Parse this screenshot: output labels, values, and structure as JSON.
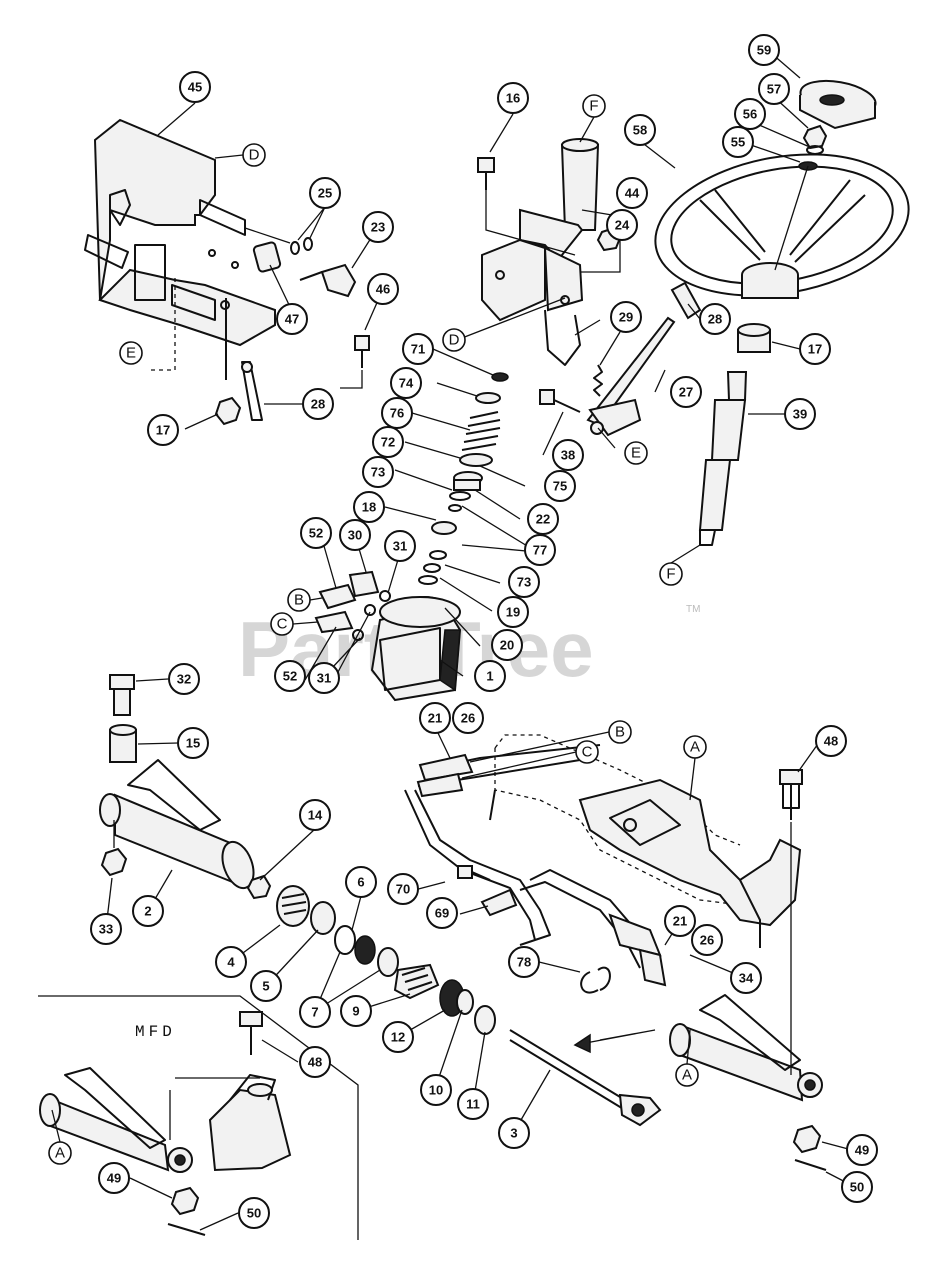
{
  "watermark": {
    "text": "PartsTree",
    "trademark": "TM"
  },
  "section_label": "MFD",
  "callouts": [
    "45",
    "16",
    "59",
    "57",
    "56",
    "55",
    "58",
    "25",
    "23",
    "44",
    "24",
    "46",
    "47",
    "71",
    "74",
    "76",
    "72",
    "73",
    "18",
    "31",
    "30",
    "52",
    "29",
    "28",
    "17",
    "27",
    "39",
    "38",
    "75",
    "22",
    "77",
    "19",
    "20",
    "1",
    "32",
    "15",
    "21",
    "26",
    "48",
    "14",
    "6",
    "70",
    "69",
    "2",
    "33",
    "4",
    "5",
    "7",
    "9",
    "12",
    "10",
    "11",
    "3",
    "78",
    "34",
    "49",
    "50"
  ],
  "letters": [
    "D",
    "F",
    "E",
    "B",
    "C",
    "A"
  ]
}
